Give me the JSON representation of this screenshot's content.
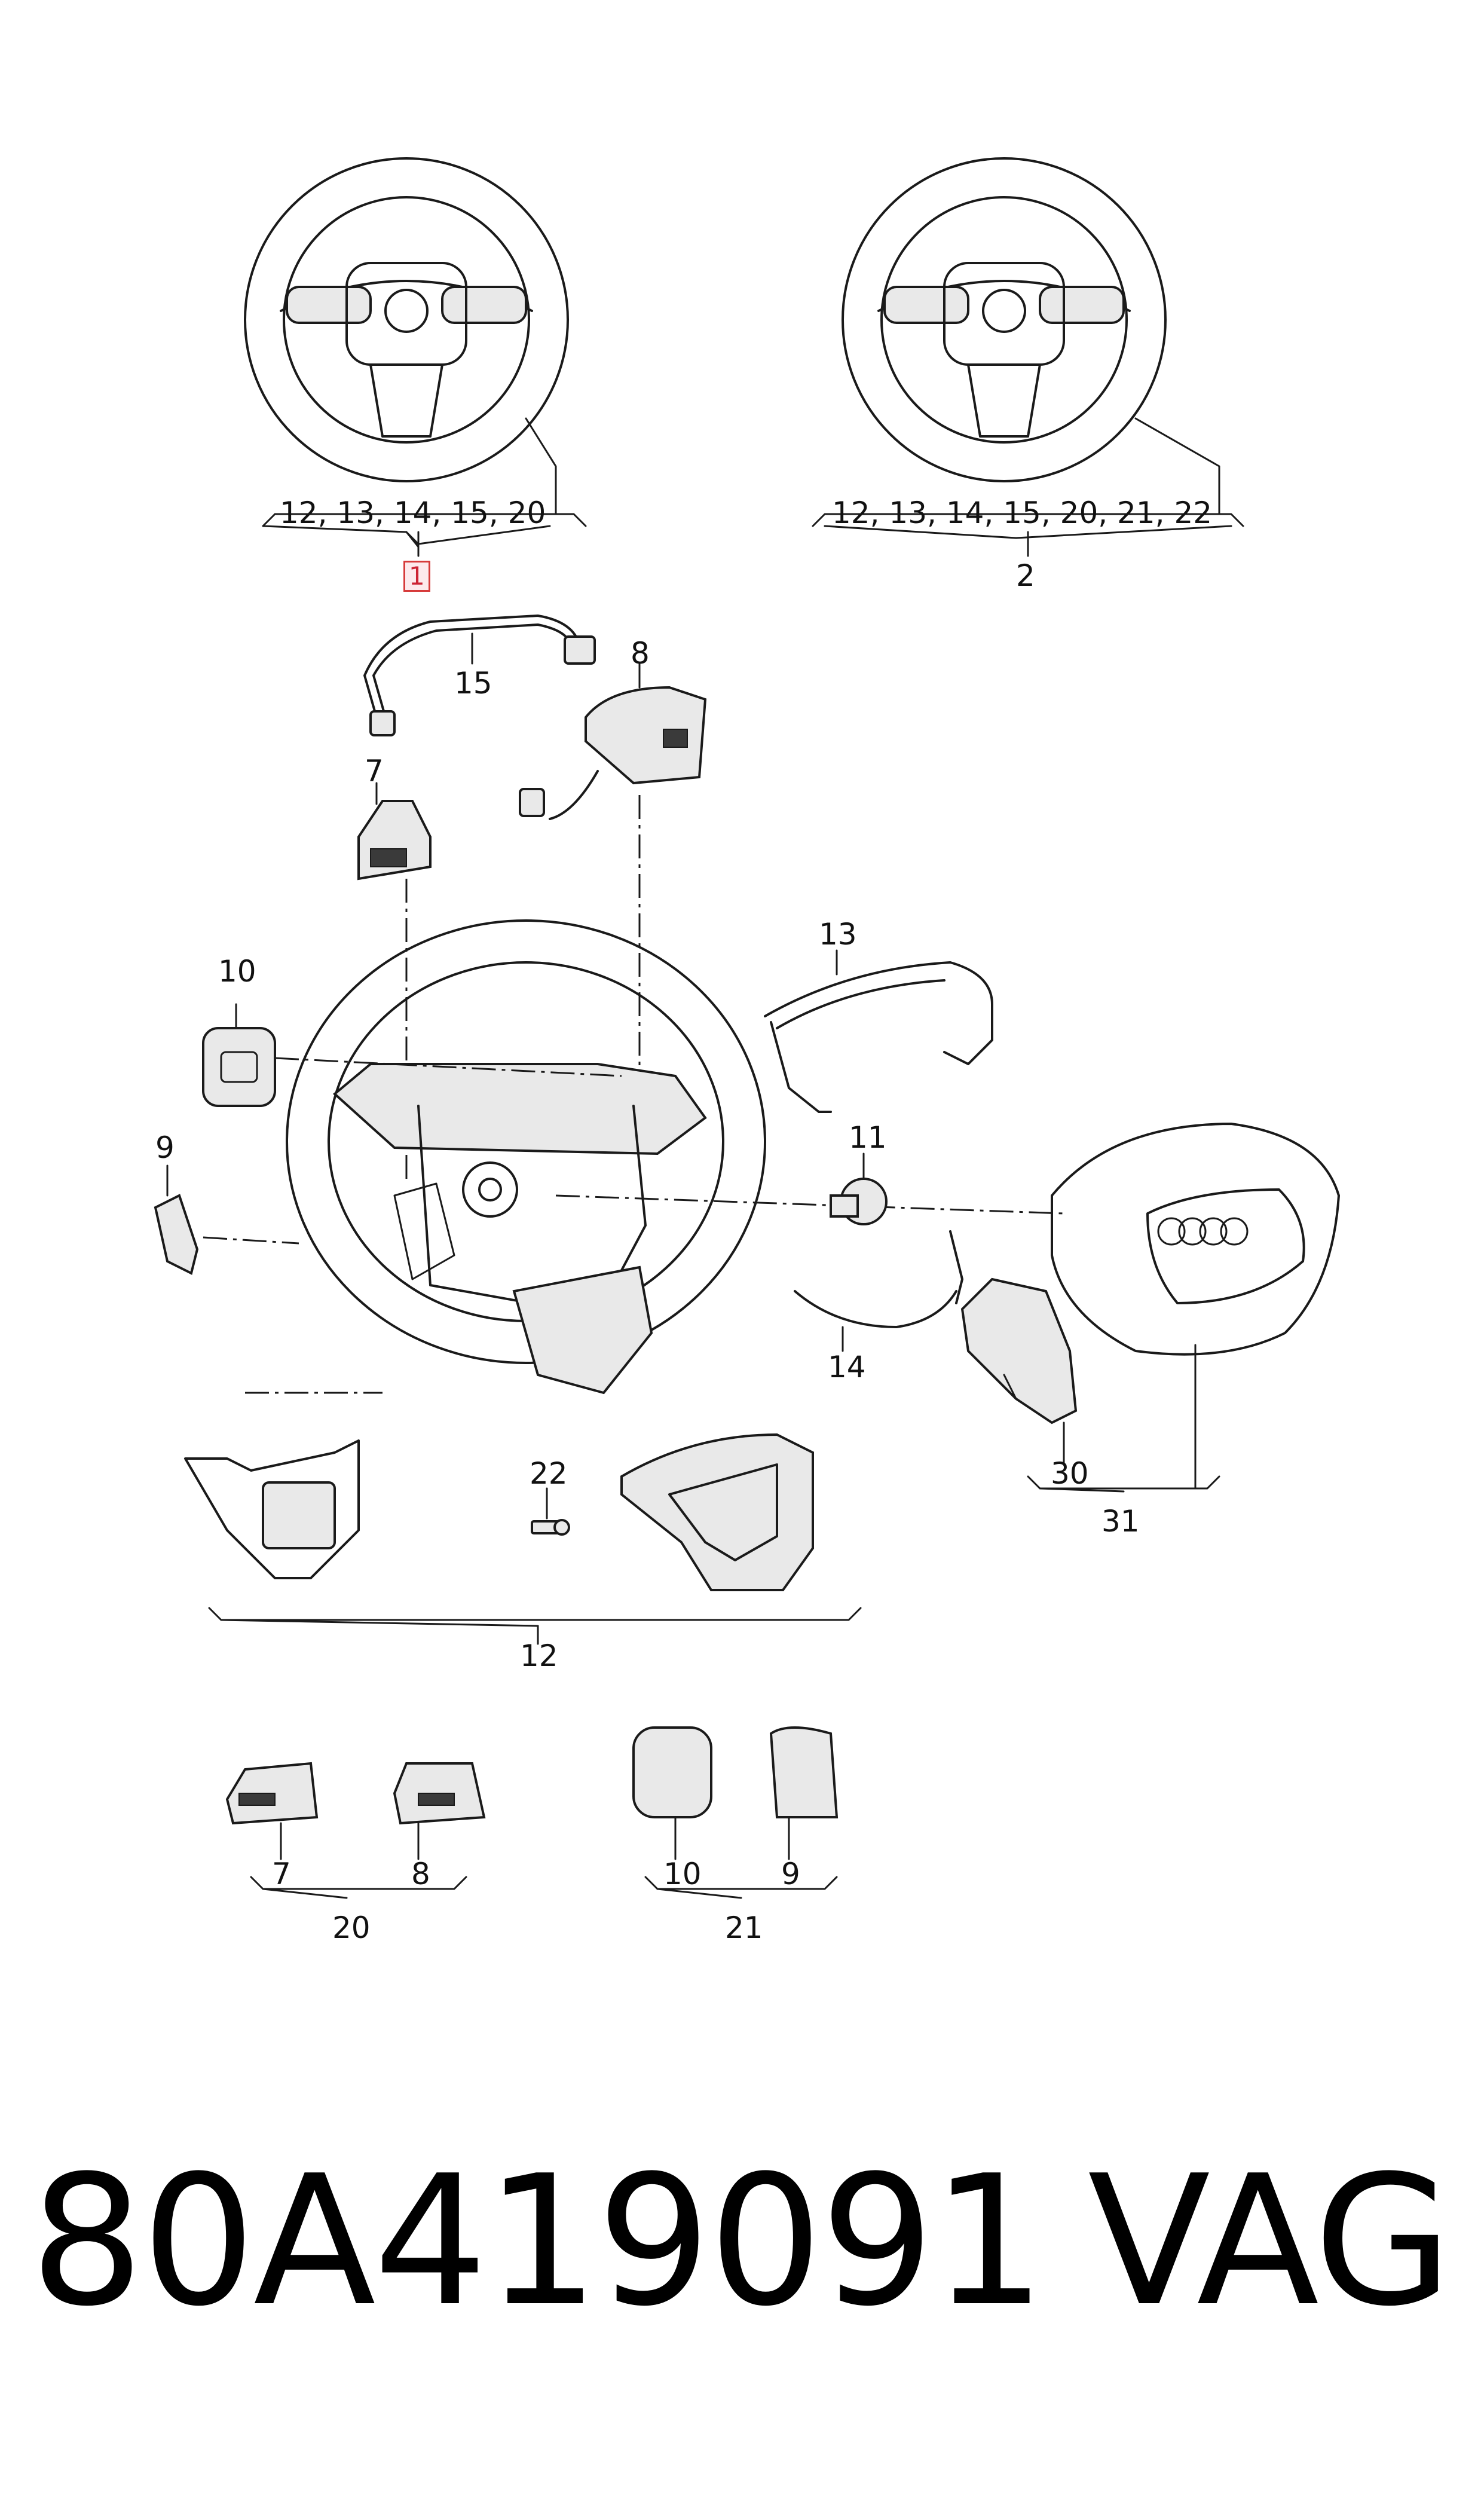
{
  "callouts": {
    "wheel1_group": "12, 13, 14, 15, 20",
    "wheel1_part": "1",
    "wheel2_group": "12, 13, 14, 15, 20, 21, 22",
    "wheel2_part": "2",
    "p15": "15",
    "p8": "8",
    "p7": "7",
    "p10": "10",
    "p9": "9",
    "p13": "13",
    "p11": "11",
    "p14": "14",
    "p30": "30",
    "p31": "31",
    "p22": "22",
    "p12": "12",
    "b7": "7",
    "b8": "8",
    "b20": "20",
    "b10": "10",
    "b9": "9",
    "b21": "21"
  },
  "footer": {
    "part_number": "80A419091",
    "brand": "VAG"
  },
  "colors": {
    "line": "#1a1a1a",
    "highlight_border": "#d63a3a",
    "highlight_fill": "#fde9ec"
  }
}
